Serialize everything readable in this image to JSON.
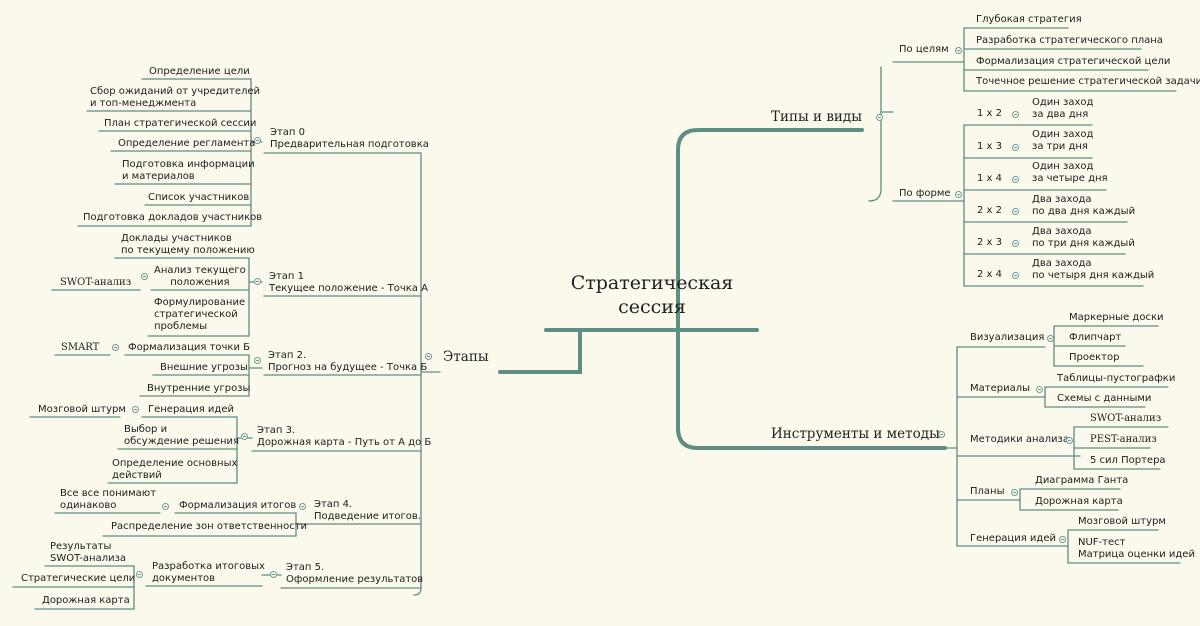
{
  "root": "Стратегическая\nсессия",
  "branches": {
    "stages": "Этапы",
    "types": "Типы и виды",
    "tools": "Инструменты и методы"
  },
  "stages": {
    "s0": {
      "title": "Этап 0\nПредварительная подготовка",
      "items": [
        "Определение цели",
        "Сбор ожиданий от учредителей\nи топ-менеджмента",
        "План стратегической сессии",
        "Определение регламента",
        "Подготовка информации\nи материалов",
        "Список участников",
        "Подготовка докладов участников"
      ]
    },
    "s1": {
      "title": "Этап 1\nТекущее положение - Точка А",
      "items": [
        "Доклады участников\nпо текущему положению",
        "Анализ текущего\nположения",
        "Формулирование\nстратегической\nпроблемы"
      ],
      "sub": "SWOT-анализ"
    },
    "s2": {
      "title": "Этап 2.\nПрогноз на будущее - Точка Б",
      "items": [
        "Формализация точки Б",
        "Внешние угрозы",
        "Внутренние угрозы"
      ],
      "sub": "SMART"
    },
    "s3": {
      "title": "Этап 3.\nДорожная карта - Путь от А до Б",
      "items": [
        "Генерация идей",
        "Выбор и\nобсуждение решения",
        "Определение основных\nдействий"
      ],
      "sub": "Мозговой штурм"
    },
    "s4": {
      "title": "Этап 4.\nПодведение итогов.",
      "items": [
        "Формализация итогов",
        "Распределение зон ответственности"
      ],
      "sub": "Все все понимают\nодинаково"
    },
    "s5": {
      "title": "Этап 5.\nОформление результатов",
      "items": [
        "Разработка итоговых\nдокументов"
      ],
      "sub": [
        "Результаты\nSWOT-анализа",
        "Стратегические цели",
        "Дорожная карта"
      ]
    }
  },
  "types": {
    "goals": {
      "label": "По целям",
      "items": [
        "Глубокая стратегия",
        "Разработка стратегического плана",
        "Формализация стратегической цели",
        "Точечное решение стратегической задачи"
      ]
    },
    "form": {
      "label": "По форме",
      "codes": [
        "1 х 2",
        "1 х 3",
        "1 х 4",
        "2 х 2",
        "2 х 3",
        "2 х 4"
      ],
      "descs": [
        "Один заход\nза два дня",
        "Один заход\nза три дня",
        "Один заход\nза четыре дня",
        "Два захода\nпо два дня каждый",
        "Два захода\nпо три дня каждый",
        "Два захода\nпо четыря дня каждый"
      ]
    }
  },
  "tools": {
    "visual": {
      "label": "Визуализация",
      "items": [
        "Маркерные доски",
        "Флипчарт",
        "Проектор"
      ]
    },
    "materials": {
      "label": "Материалы",
      "items": [
        "Таблицы-пустографки",
        "Схемы с данными"
      ]
    },
    "analysis": {
      "label": "Методики анализа",
      "items": [
        "SWOT-анализ",
        "PEST-анализ",
        "5 сил Портера"
      ]
    },
    "plans": {
      "label": "Планы",
      "items": [
        "Диаграмма Ганта",
        "Дорожная карта"
      ]
    },
    "ideas": {
      "label": "Генерация идей",
      "items": [
        "Мозговой штурм",
        "NUF-тест\nМатрица оценки идей"
      ]
    }
  },
  "colors": {
    "line": "#5f8d84",
    "background": "#fbf9ec",
    "text": "#1d1d1d"
  }
}
